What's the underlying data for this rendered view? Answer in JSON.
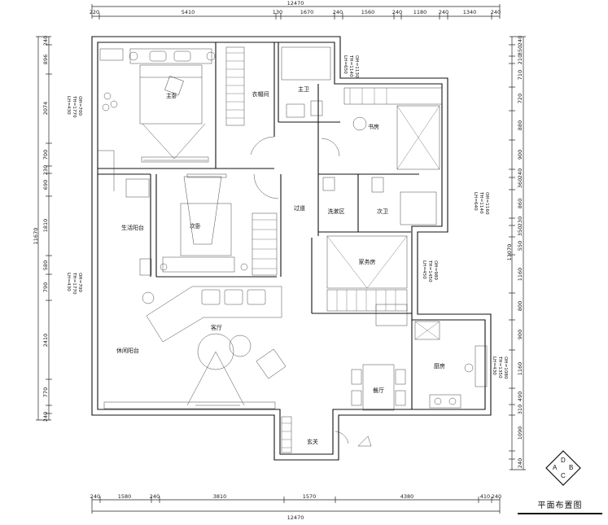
{
  "title": "平面布置图",
  "compass": {
    "top": "D",
    "left": "A",
    "right": "B",
    "bottom": "C"
  },
  "dims": {
    "top_total": "12470",
    "top": [
      "220",
      "5410",
      "130",
      "1670",
      "240",
      "1560",
      "240",
      "1180",
      "240",
      "1340",
      "240"
    ],
    "bottom_total": "12470",
    "bottom": [
      "240",
      "1580",
      "240",
      "3810",
      "1570",
      "4380",
      "410",
      "240"
    ],
    "left_total": "11670",
    "left": [
      "240",
      "896",
      "2074",
      "700",
      "230",
      "690",
      "1810",
      "580",
      "790",
      "2410",
      "770",
      "240"
    ],
    "right_total": "13070",
    "right": [
      "240",
      "350",
      "210",
      "710",
      "720",
      "880",
      "900",
      "240",
      "360",
      "860",
      "230",
      "350",
      "550",
      "1160",
      "800",
      "900",
      "1160",
      "490",
      "310",
      "1090",
      "240"
    ]
  },
  "rooms": {
    "master_bed": "主卧",
    "closet": "衣帽间",
    "master_bath": "主卫",
    "study": "书房",
    "corridor": "过道",
    "second_bed": "次卧",
    "wash": "洗漱区",
    "second_bath": "次卫",
    "utility": "家务房",
    "living_balcony": "生活阳台",
    "living": "客厅",
    "leisure_balcony": "休闲阳台",
    "dining": "餐厅",
    "kitchen": "厨房",
    "entry": "玄关"
  },
  "notes": {
    "master_bath": [
      "LH=650",
      "TH=1140",
      "OH=1130"
    ],
    "left_upper": [
      "LH=430",
      "TH=1770",
      "OH=700"
    ],
    "left_lower": [
      "LH=430",
      "TH=1770",
      "OH=700"
    ],
    "second_bath": [
      "LH=640",
      "TH=1140",
      "OH=1160"
    ],
    "utility": [
      "LH=450",
      "TH=1450",
      "OH=980"
    ],
    "kitchen": [
      "LH=430",
      "TH=1350",
      "OH=1080"
    ]
  }
}
